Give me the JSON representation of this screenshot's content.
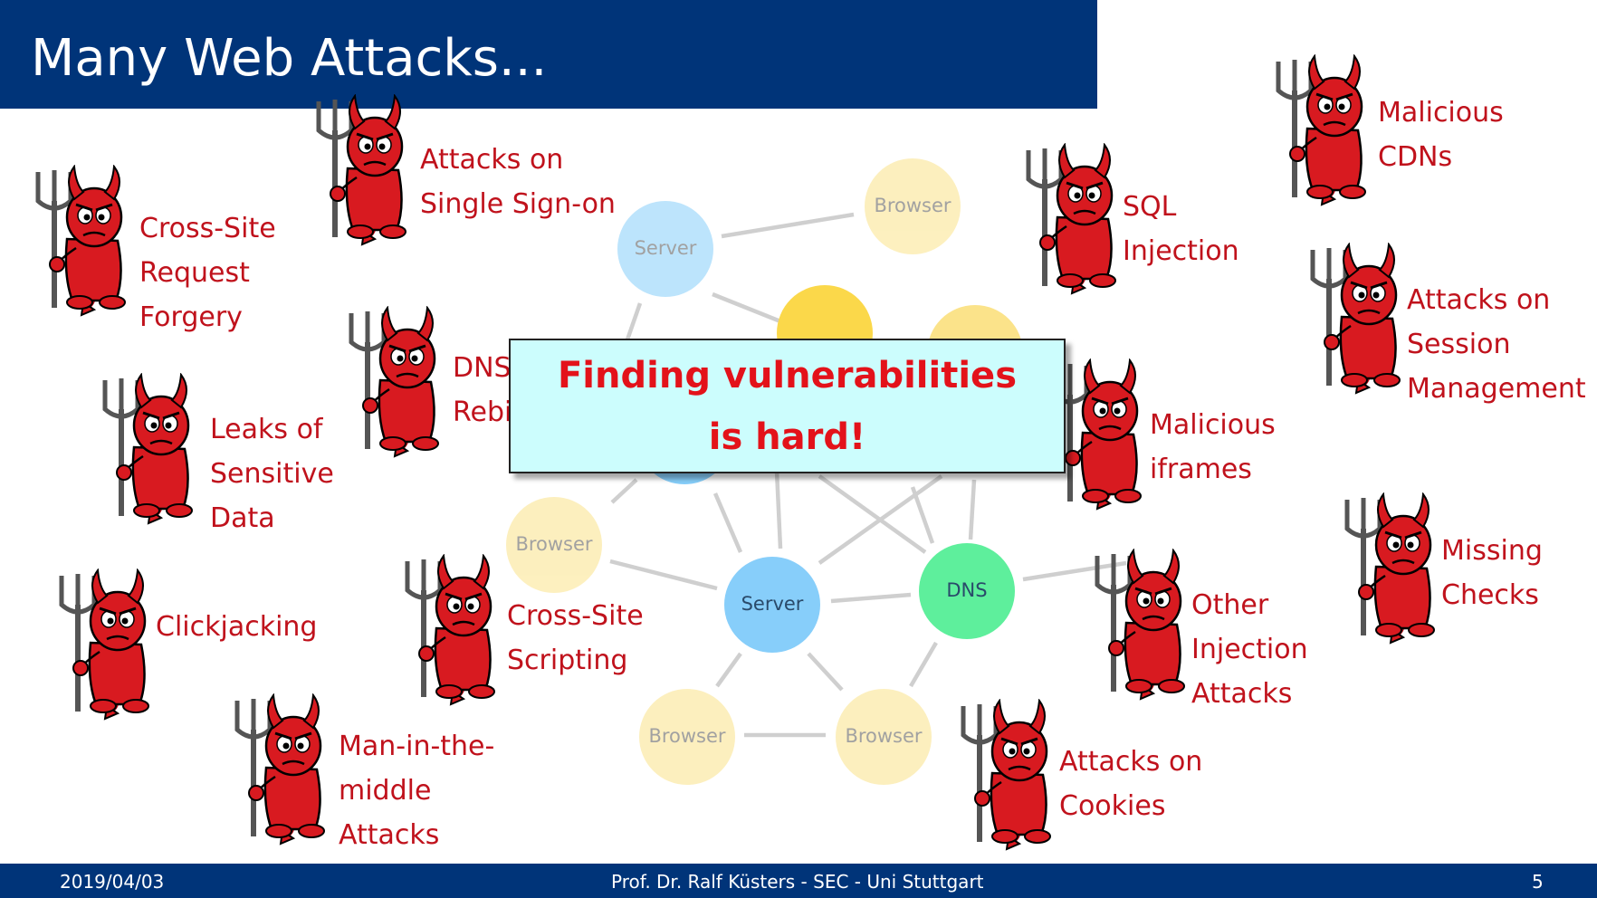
{
  "slide": {
    "title": "Many Web Attacks...",
    "colors": {
      "header": "#003479",
      "attack_text": "#c0121c",
      "callout_bg": "#ccfdfd",
      "callout_text": "#e3121a"
    }
  },
  "network": {
    "nodes": [
      {
        "id": "server-top",
        "label": "Server",
        "kind": "server",
        "dim": true
      },
      {
        "id": "browser-top",
        "label": "Browser",
        "kind": "browser",
        "dim": true
      },
      {
        "id": "browser-mid-left",
        "label": "Browser",
        "kind": "browser",
        "dim": true
      },
      {
        "id": "server-center",
        "label": "Server",
        "kind": "server",
        "dim": false
      },
      {
        "id": "dns",
        "label": "DNS",
        "kind": "dns",
        "dim": false
      },
      {
        "id": "browser-bottom-left",
        "label": "Browser",
        "kind": "browser",
        "dim": true
      },
      {
        "id": "browser-bottom-right",
        "label": "Browser",
        "kind": "browser",
        "dim": true
      }
    ],
    "colors": {
      "server": "#87cefa",
      "browser": "#fbe38a",
      "dns": "#5eef9c",
      "edge": "#cfcfcf"
    }
  },
  "callout": {
    "line1": "Finding vulnerabilities",
    "line2": "is hard!"
  },
  "attacks": [
    {
      "id": "attacks-on-sso",
      "lines": [
        "Attacks on",
        "Single Sign-on"
      ]
    },
    {
      "id": "csrf",
      "lines": [
        "Cross-Site",
        "Request",
        "Forgery"
      ]
    },
    {
      "id": "dns-rebinding",
      "lines": [
        "DNS",
        "Rebi"
      ]
    },
    {
      "id": "leaks",
      "lines": [
        "Leaks of",
        "Sensitive",
        "Data"
      ]
    },
    {
      "id": "clickjacking",
      "lines": [
        "Clickjacking"
      ]
    },
    {
      "id": "xss",
      "lines": [
        "Cross-Site",
        "Scripting"
      ]
    },
    {
      "id": "mitm",
      "lines": [
        "Man-in-the-",
        "middle",
        "Attacks"
      ]
    },
    {
      "id": "sql-injection",
      "lines": [
        "SQL",
        "Injection"
      ]
    },
    {
      "id": "malicious-cdns",
      "lines": [
        "Malicious",
        "CDNs"
      ]
    },
    {
      "id": "session-mgmt",
      "lines": [
        "Attacks on",
        "Session",
        "Management"
      ]
    },
    {
      "id": "malicious-iframes",
      "lines": [
        "Malicious",
        "iframes"
      ]
    },
    {
      "id": "missing-checks",
      "lines": [
        "Missing",
        "Checks"
      ]
    },
    {
      "id": "other-injection",
      "lines": [
        "Other",
        "Injection",
        "Attacks"
      ]
    },
    {
      "id": "cookies",
      "lines": [
        "Attacks on",
        "Cookies"
      ]
    }
  ],
  "footer": {
    "date": "2019/04/03",
    "center": "Prof. Dr. Ralf Küsters - SEC - Uni Stuttgart",
    "page": "5"
  }
}
